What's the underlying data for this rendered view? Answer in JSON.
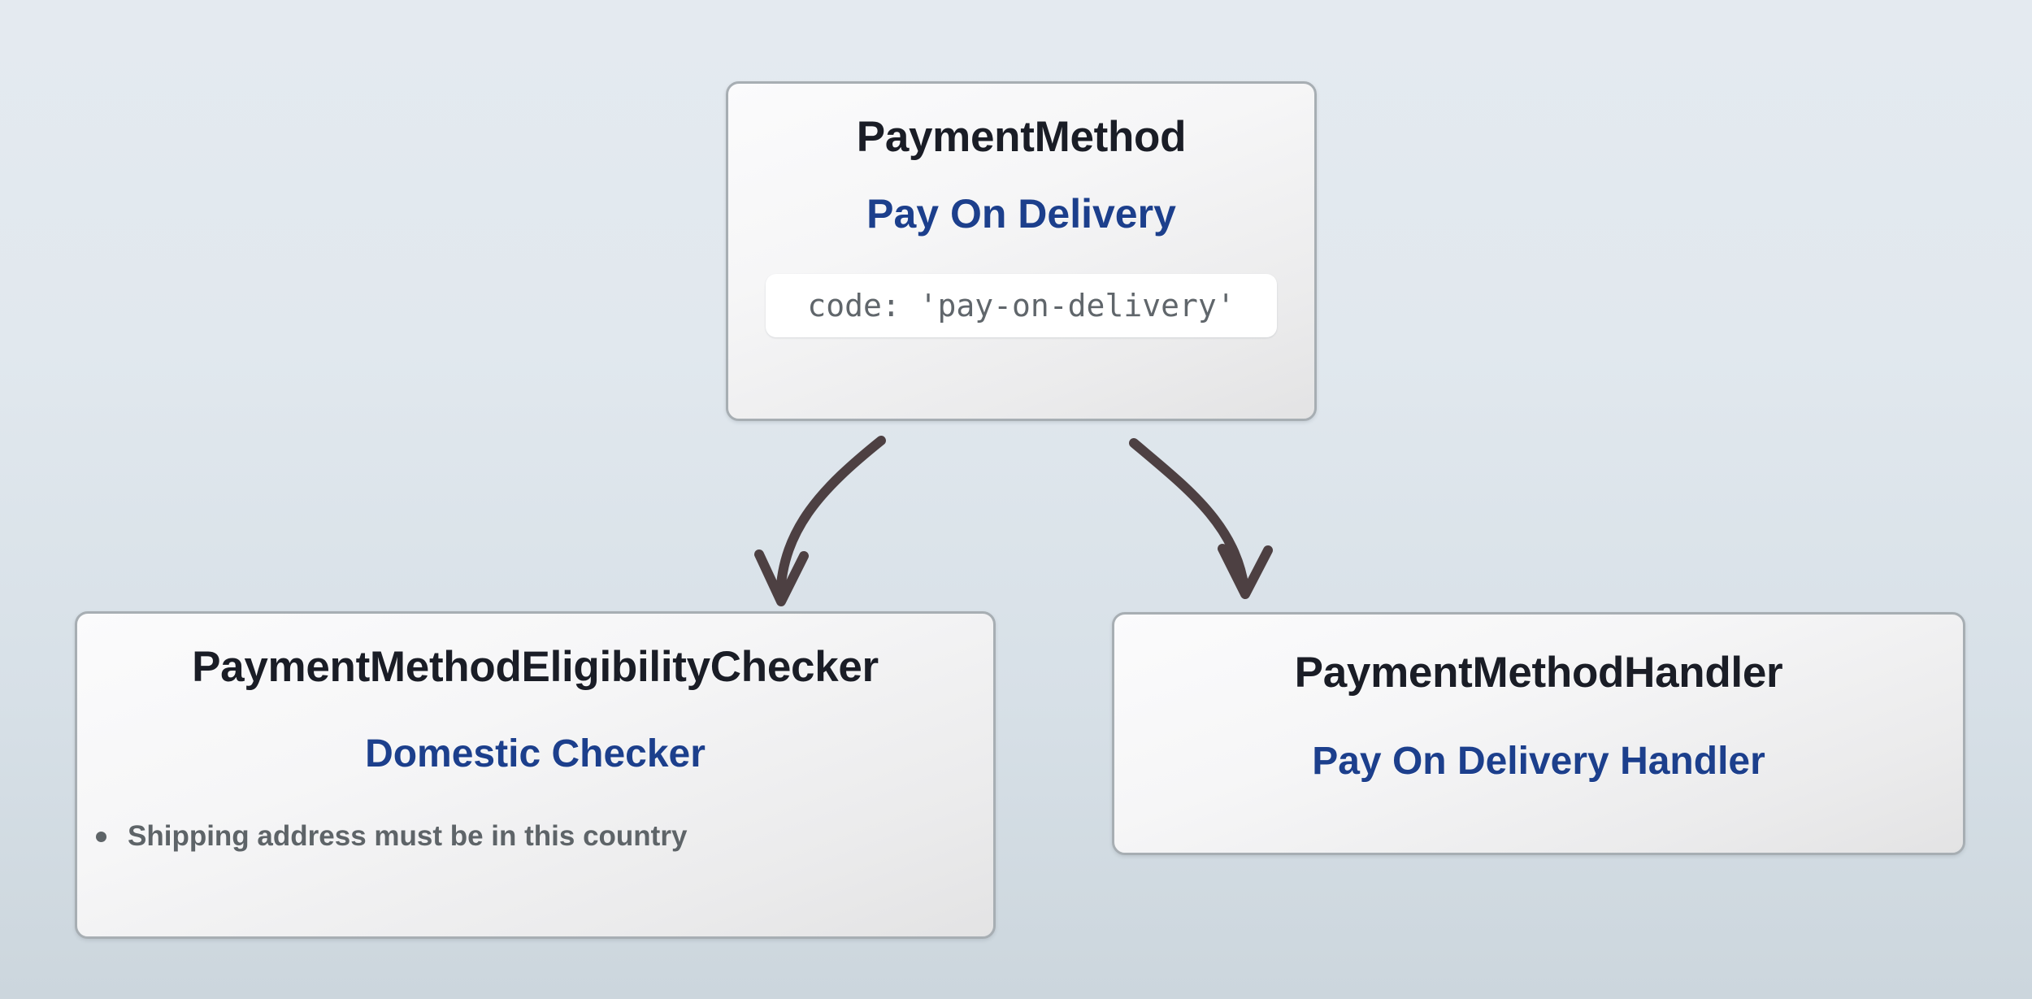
{
  "diagram": {
    "background_top_color": "#e4eaf0",
    "background_bottom_color": "#ccd6dd",
    "title_color": "#1a1d26",
    "subtitle_color": "#1c3f8c",
    "code_text_color": "#60666b",
    "bullet_text_color": "#5e6468",
    "node_border_color": "#a7aeb3",
    "edge_color": "#4d4042"
  },
  "nodes": {
    "payment_method": {
      "type": "PaymentMethod",
      "name": "Pay On Delivery",
      "code": "code: 'pay-on-delivery'"
    },
    "eligibility_checker": {
      "type": "PaymentMethodEligibilityChecker",
      "name": "Domestic Checker",
      "bullets": [
        "Shipping address must be in this country"
      ]
    },
    "payment_handler": {
      "type": "PaymentMethodHandler",
      "name": "Pay On Delivery Handler"
    }
  },
  "edges": [
    {
      "from": "payment_method",
      "to": "eligibility_checker",
      "style": "curved-arrow"
    },
    {
      "from": "payment_method",
      "to": "payment_handler",
      "style": "curved-arrow"
    }
  ]
}
